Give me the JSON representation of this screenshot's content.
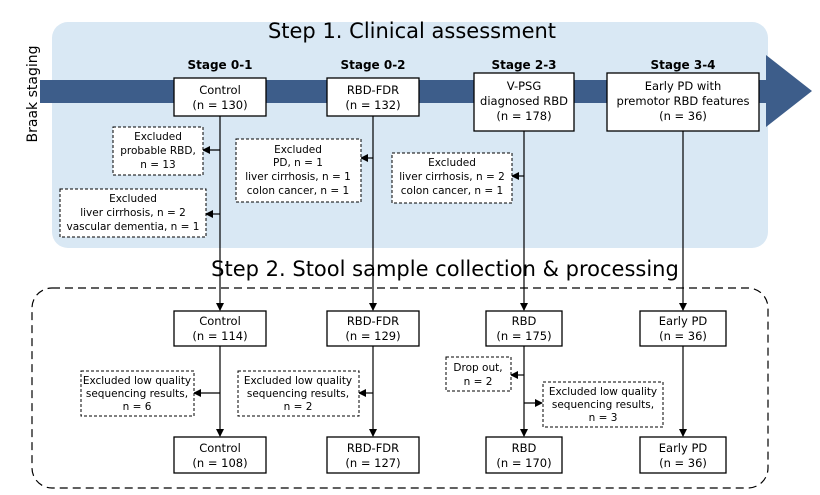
{
  "colors": {
    "panel": "#d9e8f4",
    "arrow": "#3d5d8a",
    "line": "#000000"
  },
  "axis_label": "Braak staging",
  "step1_title": "Step 1. Clinical assessment",
  "step2_title": "Step 2. Stool sample collection & processing",
  "stages": [
    "Stage 0-1",
    "Stage 0-2",
    "Stage 2-3",
    "Stage 3-4"
  ],
  "step1_boxes": [
    {
      "lines": [
        "Control",
        "(n = 130)"
      ]
    },
    {
      "lines": [
        "RBD-FDR",
        "(n = 132)"
      ]
    },
    {
      "lines": [
        "V-PSG",
        "diagnosed RBD",
        "(n = 178)"
      ]
    },
    {
      "lines": [
        "Early PD with",
        "premotor RBD features",
        "(n = 36)"
      ]
    }
  ],
  "step1_exclusions": [
    {
      "lines": [
        "Excluded",
        "probable RBD,",
        "n = 13"
      ]
    },
    {
      "lines": [
        "Excluded",
        "liver cirrhosis, n = 2",
        "vascular dementia, n = 1"
      ]
    },
    {
      "lines": [
        "Excluded",
        "PD, n = 1",
        "liver cirrhosis, n = 1",
        "colon cancer, n = 1"
      ]
    },
    {
      "lines": [
        "Excluded",
        "liver cirrhosis, n = 2",
        "colon cancer, n = 1"
      ]
    }
  ],
  "step2_top_boxes": [
    {
      "lines": [
        "Control",
        "(n = 114)"
      ]
    },
    {
      "lines": [
        "RBD-FDR",
        "(n = 129)"
      ]
    },
    {
      "lines": [
        "RBD",
        "(n = 175)"
      ]
    },
    {
      "lines": [
        "Early PD",
        "(n = 36)"
      ]
    }
  ],
  "step2_exclusions": [
    {
      "lines": [
        "Excluded low quality",
        "sequencing results,",
        "n = 6"
      ]
    },
    {
      "lines": [
        "Excluded low quality",
        "sequencing results,",
        "n = 2"
      ]
    },
    {
      "lines": [
        "Drop out,",
        "n = 2"
      ]
    },
    {
      "lines": [
        "Excluded low quality",
        "sequencing results,",
        "n = 3"
      ]
    }
  ],
  "step2_bottom_boxes": [
    {
      "lines": [
        "Control",
        "(n = 108)"
      ]
    },
    {
      "lines": [
        "RBD-FDR",
        "(n = 127)"
      ]
    },
    {
      "lines": [
        "RBD",
        "(n = 170)"
      ]
    },
    {
      "lines": [
        "Early PD",
        "(n = 36)"
      ]
    }
  ]
}
